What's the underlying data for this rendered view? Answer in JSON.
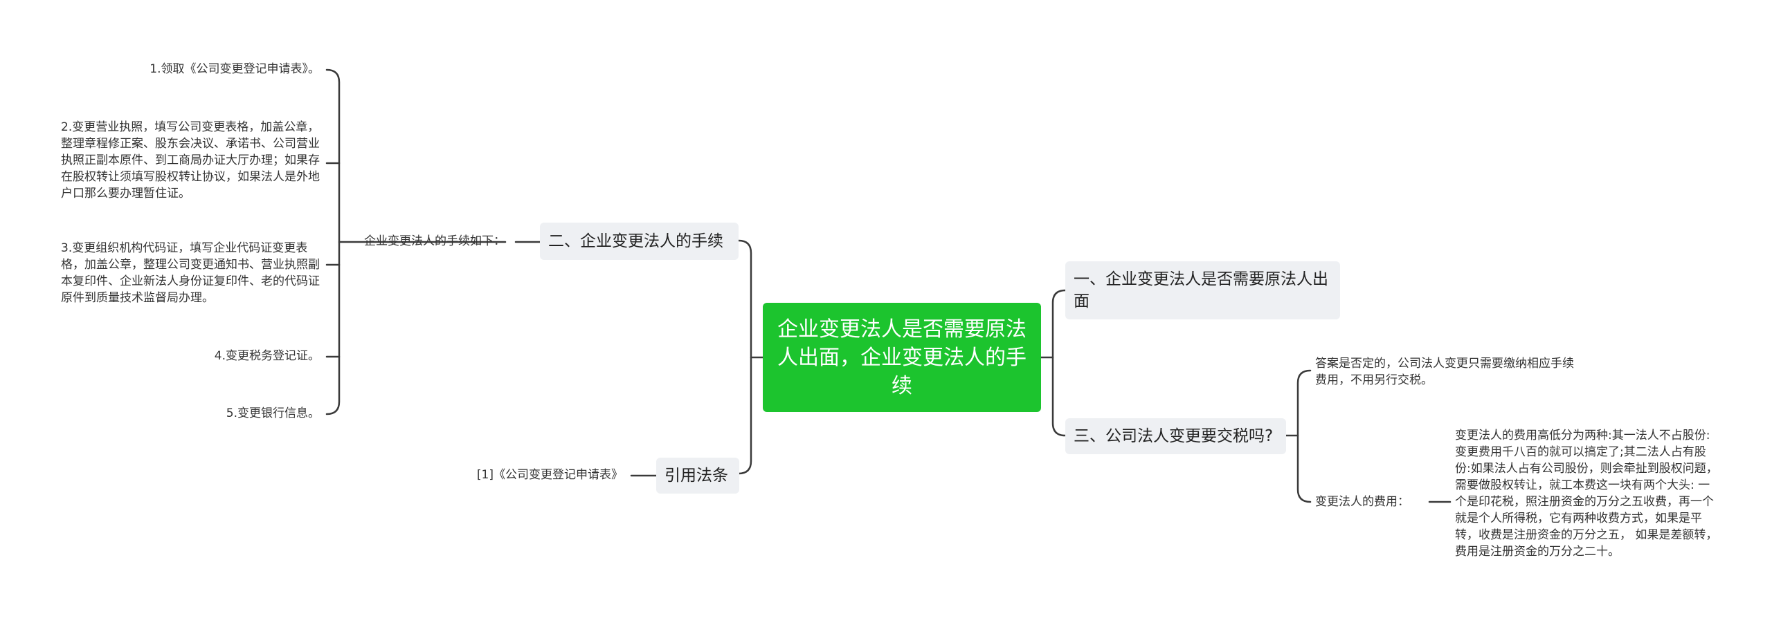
{
  "mindmap": {
    "root": "企业变更法人是否需要原法人出面，企业变更法人的手续",
    "left": {
      "procedure": {
        "title": "二、企业变更法人的手续",
        "intro": "企业变更法人的手续如下：",
        "steps": [
          "1.领取《公司变更登记申请表》。",
          "2.变更营业执照，填写公司变更表格，加盖公章，整理章程修正案、股东会决议、承诺书、公司营业执照正副本原件、到工商局办证大厅办理；如果存在股权转让须填写股权转让协议，如果法人是外地户口那么要办理暂住证。",
          "3.变更组织机构代码证，填写企业代码证变更表格，加盖公章，整理公司变更通知书、营业执照副本复印件、企业新法人身份证复印件、老的代码证原件到质量技术监督局办理。",
          "4.变更税务登记证。",
          "5.变更银行信息。"
        ]
      },
      "law": {
        "title": "引用法条",
        "items": [
          "[1]《公司变更登记申请表》"
        ]
      }
    },
    "right": {
      "q1": {
        "title": "一、企业变更法人是否需要原法人出面"
      },
      "q3": {
        "title": "三、公司法人变更要交税吗?",
        "answer": "答案是否定的，公司法人变更只需要缴纳相应手续费用，不用另行交税。",
        "fee_label": "变更法人的费用：",
        "fee_detail": "变更法人的费用高低分为两种:其一法人不占股份:变更费用千八百的就可以搞定了;其二法人占有股份:如果法人占有公司股份，则会牵扯到股权问题，需要做股权转让，就工本费这一块有两个大头: 一个是印花税，照注册资金的万分之五收费，再一个就是个人所得税，它有两种收费方式，如果是平转，收费是注册资金的万分之五， 如果是差额转，费用是注册资金的万分之二十。"
      }
    },
    "colors": {
      "root": "#1cc42e",
      "branch_bg": "#eef0f3",
      "line": "#3a3a3a"
    }
  }
}
